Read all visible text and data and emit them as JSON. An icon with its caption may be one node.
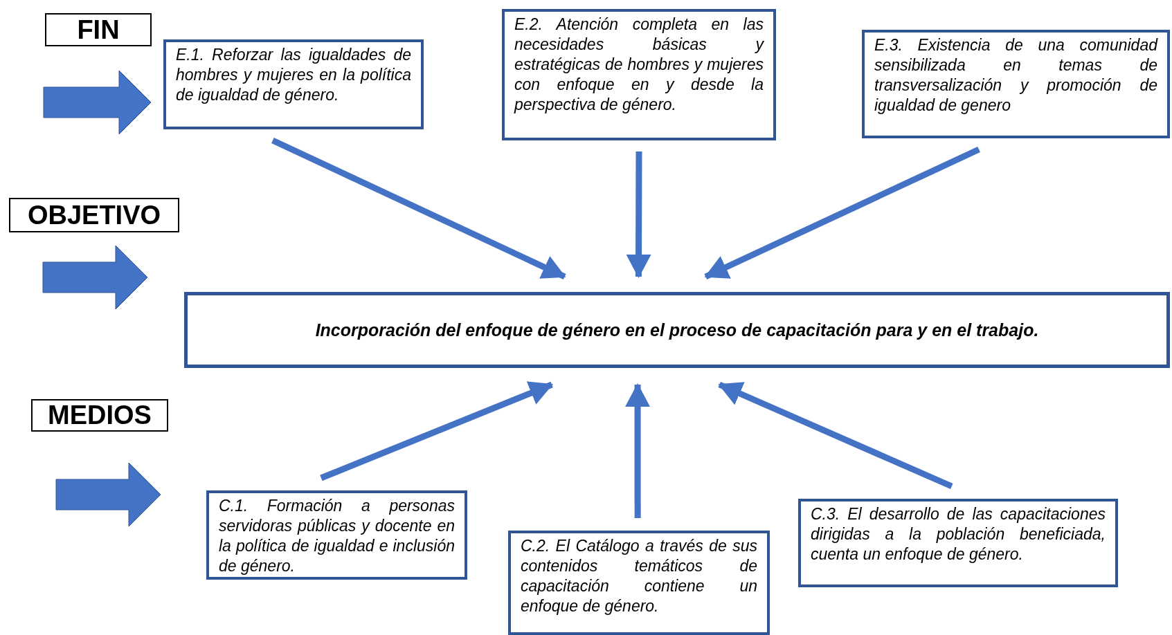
{
  "diagram": {
    "nodes": [
      {
        "text": [
          "FIN"
        ]
      },
      {
        "text": [
          "OBJETIVO"
        ]
      },
      {
        "text": [
          "MEDIOS"
        ]
      },
      {
        "text": [
          "E.1. Reforzar las igualdades de hombres y mujeres en la política de igualdad de género."
        ]
      },
      {
        "text": [
          "E.2.  Atención completa en las necesidades básicas y estratégicas de hombres y mujeres con enfoque en y desde la perspectiva de género."
        ]
      },
      {
        "text": [
          "E.3. Existencia de una comunidad sensibilizada en temas de transversalización y promoción de igualdad de genero"
        ]
      },
      {
        "text": [
          "Incorporación del enfoque de género en el proceso de capacitación para y en el trabajo."
        ]
      },
      {
        "text": [
          "C.1. Formación a personas servidoras públicas y docente en la política de igualdad e inclusión de género."
        ]
      },
      {
        "text": [
          "C.2. El Catálogo a través de sus contenidos temáticos de capacitación contiene un enfoque de género."
        ]
      },
      {
        "text": [
          "C.3. El desarrollo de las capacitaciones dirigidas a la población beneficiada, cuenta un enfoque de género."
        ]
      }
    ],
    "edges": [
      {
        "from": 3,
        "to": 6,
        "arrow": "to"
      },
      {
        "from": 4,
        "to": 6,
        "arrow": "to"
      },
      {
        "from": 5,
        "to": 6,
        "arrow": "to"
      },
      {
        "from": 7,
        "to": 6,
        "arrow": "to"
      },
      {
        "from": 8,
        "to": 6,
        "arrow": "to"
      },
      {
        "from": 9,
        "to": 6,
        "arrow": "to"
      }
    ]
  }
}
